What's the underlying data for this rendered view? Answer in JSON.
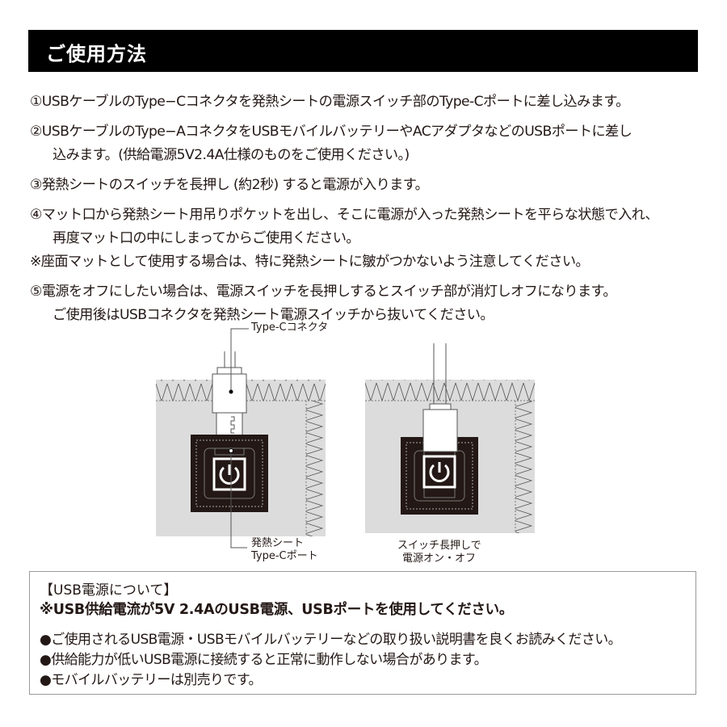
{
  "header": {
    "title": "ご使用方法"
  },
  "steps": [
    {
      "lines": [
        "①USBケーブルのType−Cコネクタを発熱シートの電源スイッチ部のType-Cポートに差し込みます。"
      ]
    },
    {
      "lines": [
        "②USBケーブルのType−AコネクタをUSBモバイルバッテリーやACアダプタなどのUSBポートに差し",
        "込みます。(供給電源5V2.4A仕様のものをご使用ください。)"
      ]
    },
    {
      "lines": [
        "③発熱シートのスイッチを長押し (約2秒) すると電源が入ります。"
      ]
    },
    {
      "lines": [
        "④マット口から発熱シート用吊りポケットを出し、そこに電源が入った発熱シートを平らな状態で入れ、",
        "再度マット口の中にしまってからご使用ください。"
      ]
    },
    {
      "note": "※座面マットとして使用する場合は、特に発熱シートに皺がつかないよう注意してください。"
    },
    {
      "lines": [
        "⑤電源をオフにしたい場合は、電源スイッチを長押しするとスイッチ部が消灯しオフになります。",
        "ご使用後はUSBコネクタを発熱シート電源スイッチから抜いてください。"
      ]
    }
  ],
  "diagram_left": {
    "callout_top": "Type-Cコネクタ",
    "callout_bottom_1": "発熱シート",
    "callout_bottom_2": "Type-Cポート",
    "icon": "power-icon"
  },
  "diagram_right": {
    "caption_1": "スイッチ長押しで",
    "caption_2": "電源オン・オフ",
    "icon": "power-icon"
  },
  "info": {
    "title": "【USB電源について】",
    "note": "※USB供給電流が5V  2.4AのUSB電源、USBポートを使用してください。",
    "bullets": [
      "●ご使用されるUSB電源・USBモバイルバッテリーなどの取り扱い説明書を良くお読みください。",
      "●供給能力が低いUSB電源に接続すると正常に動作しない場合があります。",
      "●モバイルバッテリーは別売りです。"
    ]
  },
  "colors": {
    "header_bg": "#000000",
    "switch_bg": "#231815",
    "mat": "#dcdcdc"
  }
}
